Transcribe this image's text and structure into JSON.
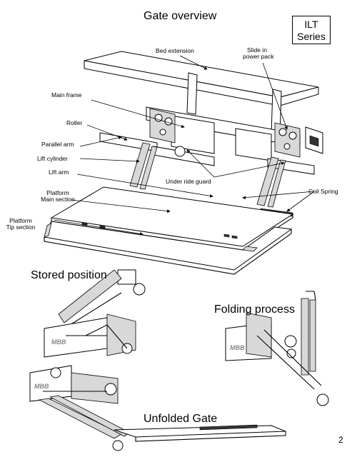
{
  "title": "Gate overview",
  "series": {
    "line1": "ILT",
    "line2": "Series"
  },
  "labels": {
    "bed_extension": "Bed extension",
    "slide_in_1": "Slide in",
    "slide_in_2": "power pack",
    "main_frame": "Main frame",
    "roller": "Roller",
    "parallel_arm": "Parallel arm",
    "lift_cylinder": "Lift cylinder",
    "lift_arm": "Lift arm",
    "under_ride_guard": "Under ride guard",
    "coil_spring": "Coil Spring",
    "platform_main_1": "Platform",
    "platform_main_2": "Main section",
    "platform_tip_1": "Platform",
    "platform_tip_2": "Tip section"
  },
  "sections": {
    "stored": "Stored position",
    "folding": "Folding process",
    "unfolded": "Unfolded Gate"
  },
  "logo_text": "MBB",
  "page_number": "2"
}
